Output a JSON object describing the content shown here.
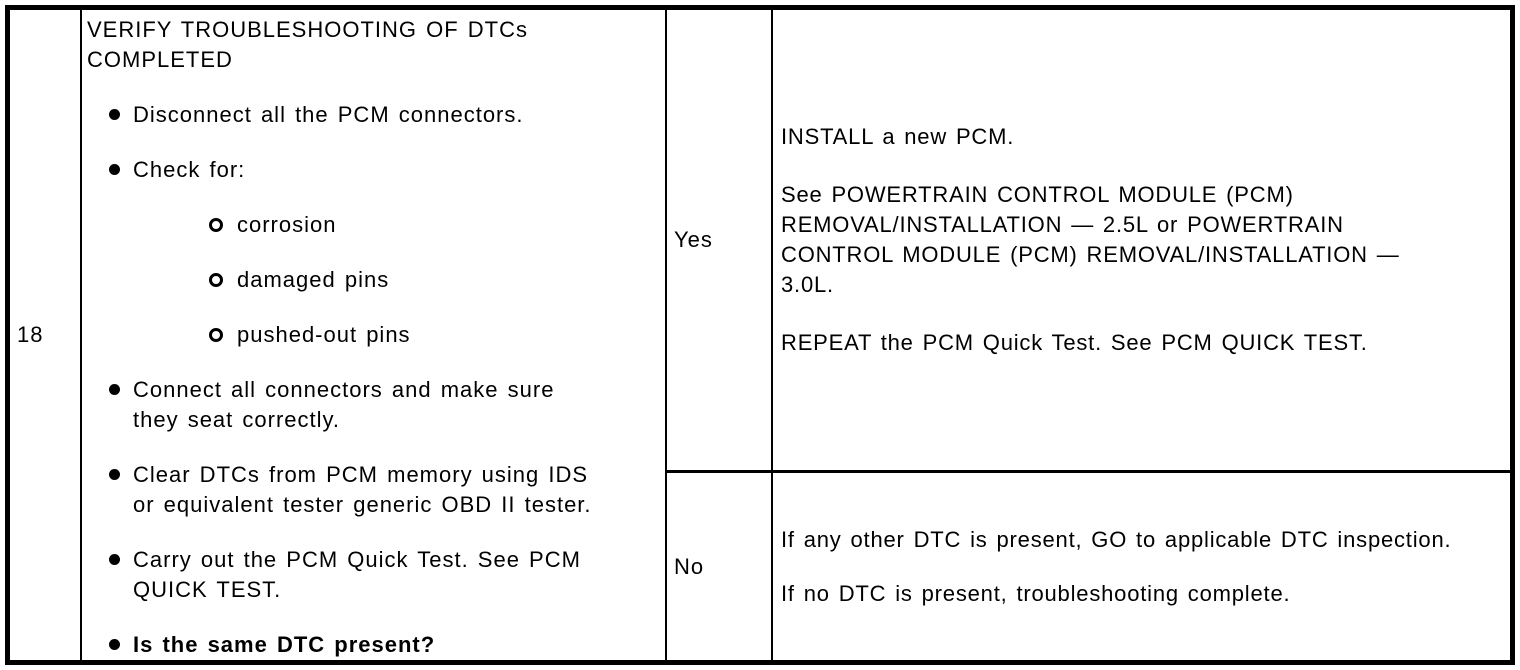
{
  "colors": {
    "background": "#ffffff",
    "text": "#000000",
    "border": "#000000"
  },
  "table": {
    "step_number": "18",
    "procedure": {
      "title": "VERIFY TROUBLESHOOTING OF DTCs\nCOMPLETED",
      "bullets": [
        {
          "marker": "filled-circle-icon",
          "text": "Disconnect all the PCM connectors."
        },
        {
          "marker": "filled-circle-icon",
          "text": "Check for:"
        },
        {
          "marker": "open-circle-icon",
          "level": 2,
          "text": "corrosion"
        },
        {
          "marker": "open-circle-icon",
          "level": 2,
          "text": "damaged pins"
        },
        {
          "marker": "open-circle-icon",
          "level": 2,
          "text": "pushed-out pins"
        },
        {
          "marker": "filled-circle-icon",
          "text": "Connect all connectors and make sure\nthey seat correctly."
        },
        {
          "marker": "filled-circle-icon",
          "text": "Clear DTCs from PCM memory using IDS\nor equivalent tester generic OBD II tester."
        },
        {
          "marker": "filled-circle-icon",
          "text": "Carry out the PCM Quick Test. See PCM\nQUICK TEST."
        },
        {
          "marker": "filled-circle-icon",
          "bold": true,
          "text": "Is the same DTC present?"
        }
      ]
    },
    "outcomes": [
      {
        "answer": "Yes",
        "paragraphs": [
          "INSTALL a new PCM.",
          "See POWERTRAIN CONTROL MODULE (PCM)\nREMOVAL/INSTALLATION — 2.5L or POWERTRAIN\nCONTROL MODULE (PCM) REMOVAL/INSTALLATION —\n3.0L.",
          "REPEAT the PCM Quick Test. See PCM QUICK TEST."
        ]
      },
      {
        "answer": "No",
        "paragraphs": [
          "If any other DTC is present, GO to applicable DTC inspection.",
          "If no DTC is present, troubleshooting complete."
        ]
      }
    ]
  }
}
